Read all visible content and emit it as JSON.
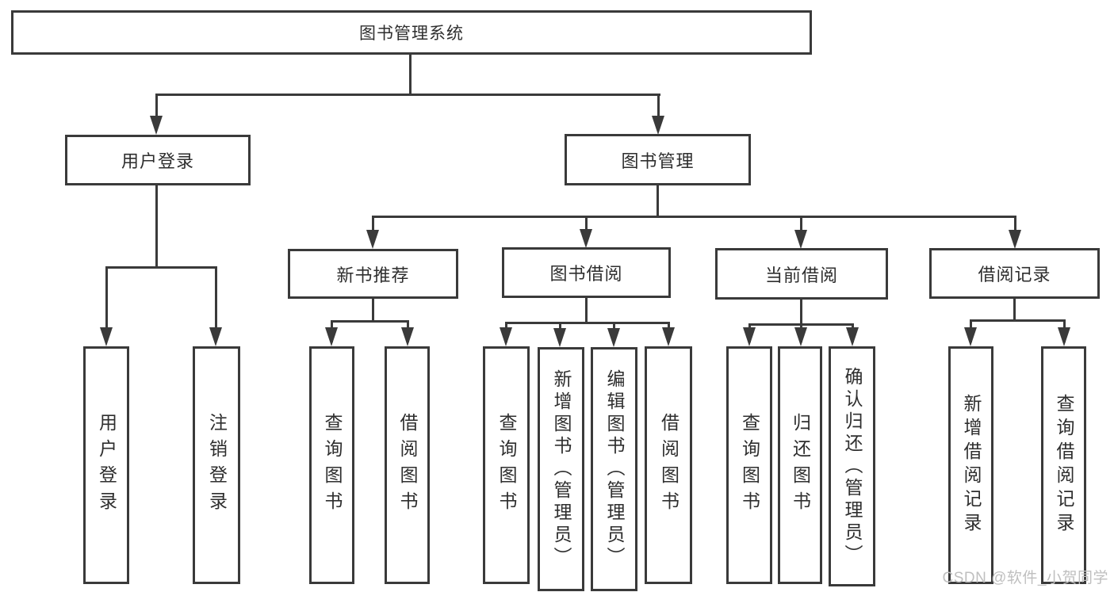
{
  "colors": {
    "background": "#ffffff",
    "line": "#3a3a3a",
    "text": "#2e2e2e",
    "watermark": "#bfbfbf"
  },
  "tree": {
    "root": {
      "label": "图书管理系统",
      "children": [
        {
          "label": "用户登录",
          "children": [
            {
              "label": "用户登录"
            },
            {
              "label": "注销登录"
            }
          ]
        },
        {
          "label": "图书管理",
          "children": [
            {
              "label": "新书推荐",
              "children": [
                {
                  "label": "查询图书"
                },
                {
                  "label": "借阅图书"
                }
              ]
            },
            {
              "label": "图书借阅",
              "children": [
                {
                  "label": "查询图书"
                },
                {
                  "label": "新增图书（管理员）"
                },
                {
                  "label": "编辑图书（管理员）"
                },
                {
                  "label": "借阅图书"
                }
              ]
            },
            {
              "label": "当前借阅",
              "children": [
                {
                  "label": "查询图书"
                },
                {
                  "label": "归还图书"
                },
                {
                  "label": "确认归还（管理员）"
                }
              ]
            },
            {
              "label": "借阅记录",
              "children": [
                {
                  "label": "新增借阅记录"
                },
                {
                  "label": "查询借阅记录"
                }
              ]
            }
          ]
        }
      ]
    }
  },
  "watermark": {
    "text": "CSDN @软件_小贺同学"
  }
}
